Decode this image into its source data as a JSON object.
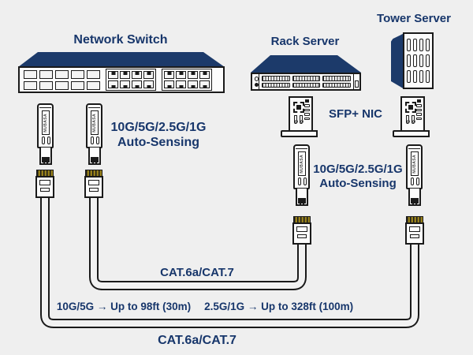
{
  "colors": {
    "background": "#efefef",
    "navy": "#1c3a6a",
    "text_navy": "#17366b",
    "outline": "#1a1a1a",
    "connector_gold": "#97801a",
    "device_fill": "#fcfcfc"
  },
  "devices": {
    "network_switch": {
      "label": "Network Switch"
    },
    "rack_server": {
      "label": "Rack Server"
    },
    "tower_server": {
      "label": "Tower Server"
    },
    "sfp_nic": {
      "label": "SFP+ NIC"
    },
    "transceiver_brand": "NUBASA"
  },
  "figures": {
    "switch_sfp_slots": 10,
    "switch_rj45_ports_per_group": 8,
    "rack_drive_bays": 6,
    "tower_vents": 12,
    "nic_side_bars": 4
  },
  "annotations": {
    "auto_sensing_left": {
      "line1": "10G/5G/2.5G/1G",
      "line2": "Auto-Sensing"
    },
    "auto_sensing_right": {
      "line1": "10G/5G/2.5G/1G",
      "line2": "Auto-Sensing"
    },
    "cable_label_upper": "CAT.6a/CAT.7",
    "cable_label_lower": "CAT.6a/CAT.7",
    "spec_left": "10G/5G → Up to 98ft (30m)",
    "spec_right": "2.5G/1G → Up to 328ft (100m)"
  }
}
